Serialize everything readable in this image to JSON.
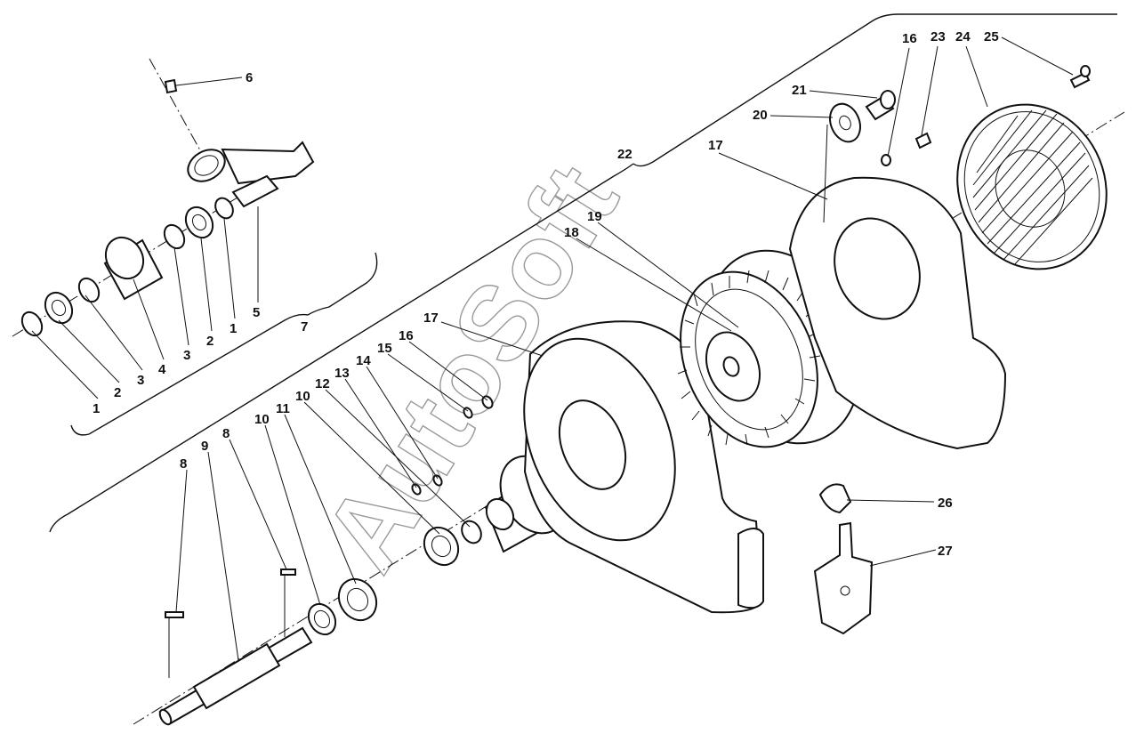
{
  "diagram": {
    "watermark": "AutoSoft",
    "callouts": [
      {
        "id": "c1a",
        "text": "1"
      },
      {
        "id": "c2a",
        "text": "2"
      },
      {
        "id": "c3a",
        "text": "3"
      },
      {
        "id": "c4",
        "text": "4"
      },
      {
        "id": "c3b",
        "text": "3"
      },
      {
        "id": "c2b",
        "text": "2"
      },
      {
        "id": "c1b",
        "text": "1"
      },
      {
        "id": "c5",
        "text": "5"
      },
      {
        "id": "c6",
        "text": "6"
      },
      {
        "id": "c7",
        "text": "7"
      },
      {
        "id": "c8a",
        "text": "8"
      },
      {
        "id": "c9",
        "text": "9"
      },
      {
        "id": "c8b",
        "text": "8"
      },
      {
        "id": "c10a",
        "text": "10"
      },
      {
        "id": "c11",
        "text": "11"
      },
      {
        "id": "c10b",
        "text": "10"
      },
      {
        "id": "c12",
        "text": "12"
      },
      {
        "id": "c13",
        "text": "13"
      },
      {
        "id": "c14",
        "text": "14"
      },
      {
        "id": "c15",
        "text": "15"
      },
      {
        "id": "c16a",
        "text": "16"
      },
      {
        "id": "c17a",
        "text": "17"
      },
      {
        "id": "c18",
        "text": "18"
      },
      {
        "id": "c19",
        "text": "19"
      },
      {
        "id": "c22",
        "text": "22"
      },
      {
        "id": "c17b",
        "text": "17"
      },
      {
        "id": "c20",
        "text": "20"
      },
      {
        "id": "c21",
        "text": "21"
      },
      {
        "id": "c16b",
        "text": "16"
      },
      {
        "id": "c23",
        "text": "23"
      },
      {
        "id": "c24",
        "text": "24"
      },
      {
        "id": "c25",
        "text": "25"
      },
      {
        "id": "c26",
        "text": "26"
      },
      {
        "id": "c27",
        "text": "27"
      }
    ]
  }
}
